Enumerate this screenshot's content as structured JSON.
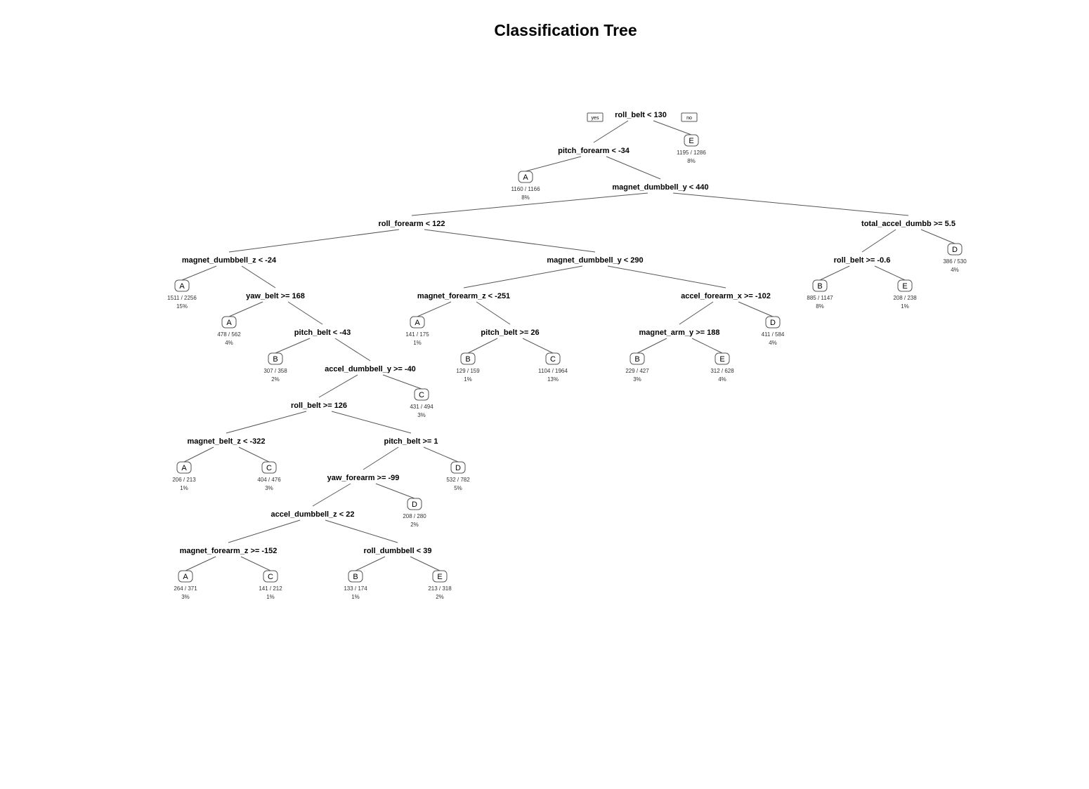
{
  "title": "Classification Tree",
  "branch_labels": {
    "yes": "yes",
    "no": "no"
  },
  "splits": [
    {
      "id": "s_root",
      "label": "roll_belt < 130"
    },
    {
      "id": "s_pf",
      "label": "pitch_forearm < -34"
    },
    {
      "id": "s_mdy440",
      "label": "magnet_dumbbell_y < 440"
    },
    {
      "id": "s_rf",
      "label": "roll_forearm < 122"
    },
    {
      "id": "s_tad",
      "label": "total_accel_dumbb >= 5.5"
    },
    {
      "id": "s_mdz",
      "label": "magnet_dumbbell_z < -24"
    },
    {
      "id": "s_mdy290",
      "label": "magnet_dumbbell_y < 290"
    },
    {
      "id": "s_rb06",
      "label": "roll_belt >= -0.6"
    },
    {
      "id": "s_yb",
      "label": "yaw_belt >= 168"
    },
    {
      "id": "s_mfz251",
      "label": "magnet_forearm_z < -251"
    },
    {
      "id": "s_afx",
      "label": "accel_forearm_x >= -102"
    },
    {
      "id": "s_pb43",
      "label": "pitch_belt < -43"
    },
    {
      "id": "s_pb26",
      "label": "pitch_belt >= 26"
    },
    {
      "id": "s_may",
      "label": "magnet_arm_y >= 188"
    },
    {
      "id": "s_ady",
      "label": "accel_dumbbell_y >= -40"
    },
    {
      "id": "s_rb126",
      "label": "roll_belt >= 126"
    },
    {
      "id": "s_mbz",
      "label": "magnet_belt_z < -322"
    },
    {
      "id": "s_pb1",
      "label": "pitch_belt >= 1"
    },
    {
      "id": "s_yf",
      "label": "yaw_forearm >= -99"
    },
    {
      "id": "s_adz",
      "label": "accel_dumbbell_z < 22"
    },
    {
      "id": "s_mfz152",
      "label": "magnet_forearm_z >= -152"
    },
    {
      "id": "s_rd",
      "label": "roll_dumbbell < 39"
    }
  ],
  "leaves": [
    {
      "id": "l1",
      "class": "E",
      "count": "1195 / 1286",
      "pct": "8%"
    },
    {
      "id": "l2",
      "class": "A",
      "count": "1160 / 1166",
      "pct": "8%"
    },
    {
      "id": "l3",
      "class": "D",
      "count": "386 / 530",
      "pct": "4%"
    },
    {
      "id": "l4",
      "class": "A",
      "count": "1511 / 2256",
      "pct": "15%"
    },
    {
      "id": "l5",
      "class": "B",
      "count": "885 / 1147",
      "pct": "8%"
    },
    {
      "id": "l6",
      "class": "E",
      "count": "208 / 238",
      "pct": "1%"
    },
    {
      "id": "l7",
      "class": "A",
      "count": "478 / 562",
      "pct": "4%"
    },
    {
      "id": "l8",
      "class": "A",
      "count": "141 / 175",
      "pct": "1%"
    },
    {
      "id": "l9",
      "class": "D",
      "count": "411 / 584",
      "pct": "4%"
    },
    {
      "id": "l10",
      "class": "B",
      "count": "307 / 358",
      "pct": "2%"
    },
    {
      "id": "l11",
      "class": "B",
      "count": "129 / 159",
      "pct": "1%"
    },
    {
      "id": "l12",
      "class": "C",
      "count": "1104 / 1964",
      "pct": "13%"
    },
    {
      "id": "l13",
      "class": "B",
      "count": "229 / 427",
      "pct": "3%"
    },
    {
      "id": "l14",
      "class": "E",
      "count": "312 / 628",
      "pct": "4%"
    },
    {
      "id": "l15",
      "class": "C",
      "count": "431 / 494",
      "pct": "3%"
    },
    {
      "id": "l16",
      "class": "A",
      "count": "206 / 213",
      "pct": "1%"
    },
    {
      "id": "l17",
      "class": "C",
      "count": "404 / 476",
      "pct": "3%"
    },
    {
      "id": "l18",
      "class": "D",
      "count": "532 / 782",
      "pct": "5%"
    },
    {
      "id": "l19",
      "class": "D",
      "count": "208 / 280",
      "pct": "2%"
    },
    {
      "id": "l20",
      "class": "A",
      "count": "264 / 371",
      "pct": "3%"
    },
    {
      "id": "l21",
      "class": "C",
      "count": "141 / 212",
      "pct": "1%"
    },
    {
      "id": "l22",
      "class": "B",
      "count": "133 / 174",
      "pct": "1%"
    },
    {
      "id": "l23",
      "class": "E",
      "count": "213 / 318",
      "pct": "2%"
    }
  ]
}
